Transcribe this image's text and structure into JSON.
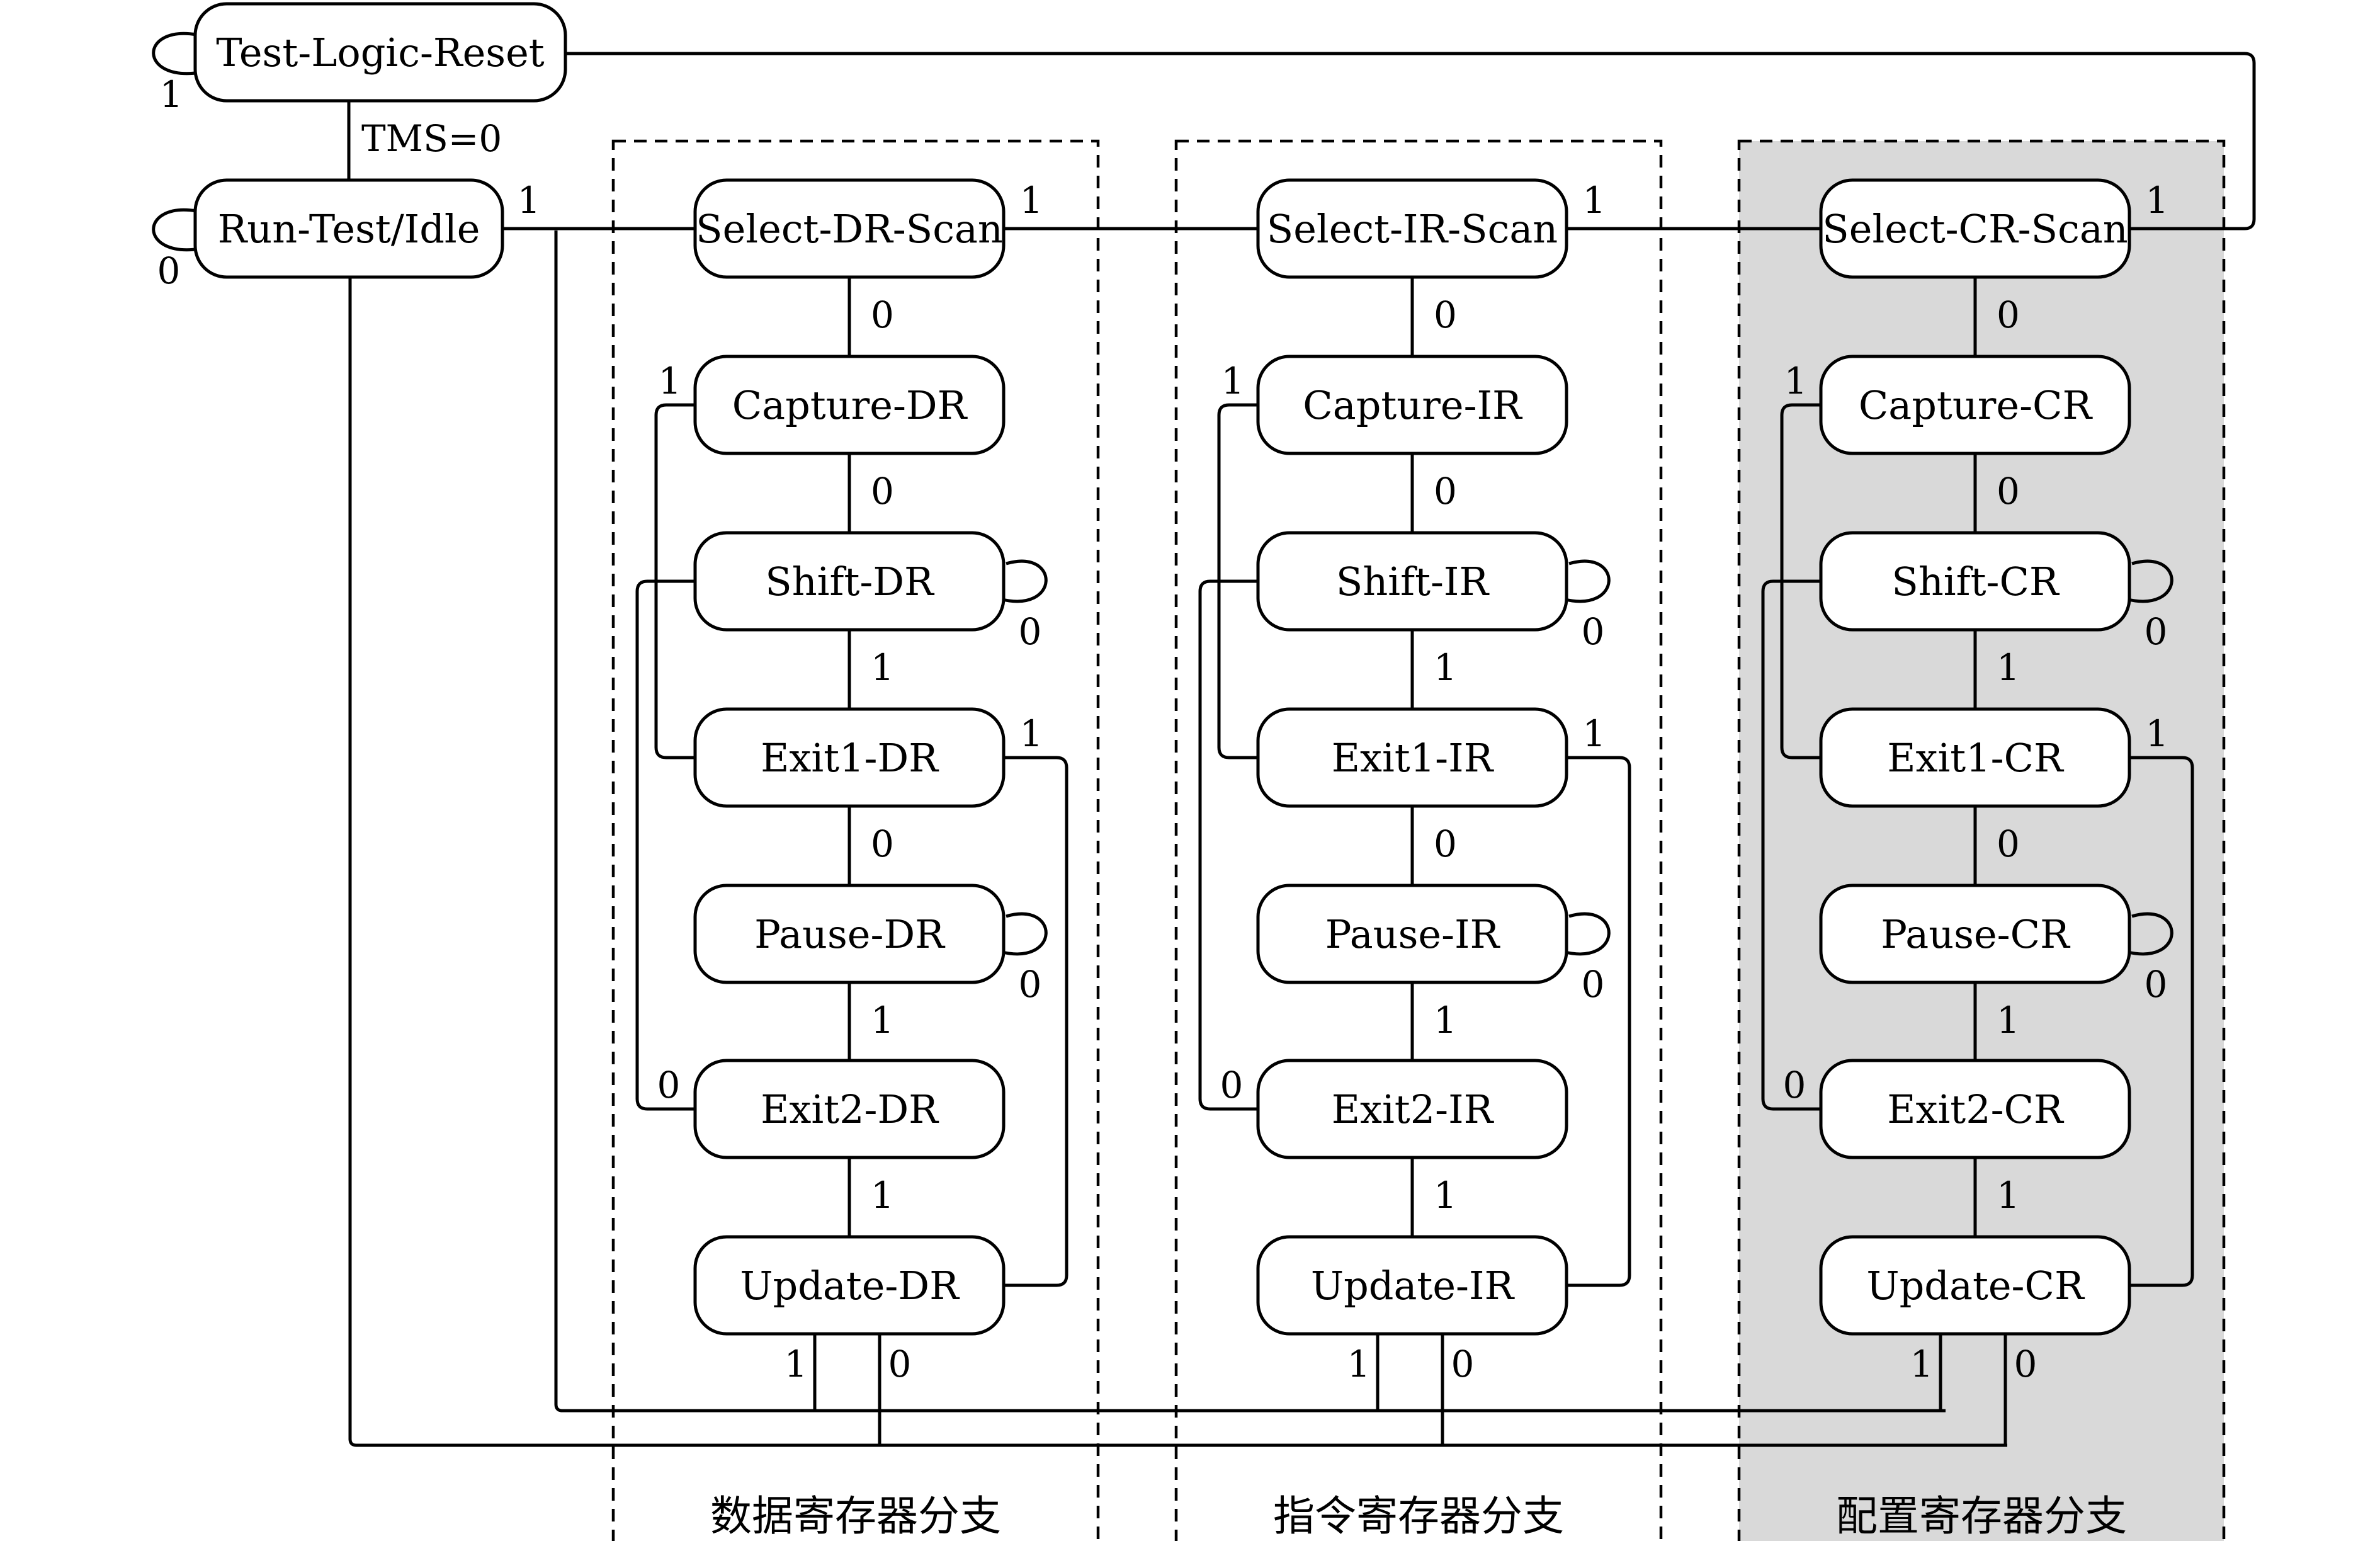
{
  "states": {
    "tlr": "Test-Logic-Reset",
    "rti": "Run-Test/Idle",
    "dr": {
      "select": "Select-DR-Scan",
      "capture": "Capture-DR",
      "shift": "Shift-DR",
      "exit1": "Exit1-DR",
      "pause": "Pause-DR",
      "exit2": "Exit2-DR",
      "update": "Update-DR"
    },
    "ir": {
      "select": "Select-IR-Scan",
      "capture": "Capture-IR",
      "shift": "Shift-IR",
      "exit1": "Exit1-IR",
      "pause": "Pause-IR",
      "exit2": "Exit2-IR",
      "update": "Update-IR"
    },
    "cr": {
      "select": "Select-CR-Scan",
      "capture": "Capture-CR",
      "shift": "Shift-CR",
      "exit1": "Exit1-CR",
      "pause": "Pause-CR",
      "exit2": "Exit2-CR",
      "update": "Update-CR"
    }
  },
  "transitions": {
    "tlr_self": "1",
    "tms": "TMS=0",
    "rti_self": "0",
    "rti_to_select": "1",
    "select_next": "1",
    "select_down": "0",
    "capture_bypass": "1",
    "capture_down": "0",
    "shift_self": "0",
    "shift_down": "1",
    "exit1_bypass": "1",
    "exit1_down": "0",
    "pause_self": "0",
    "pause_down": "1",
    "exit2_back": "0",
    "exit2_down": "1",
    "update_one": "1",
    "update_zero": "0"
  },
  "branches": {
    "dr": "数据寄存器分支",
    "ir": "指令寄存器分支",
    "cr": "配置寄存器分支"
  },
  "colors": {
    "line": "#000000",
    "highlight_fill": "#d9d9d9",
    "state_fill": "#ffffff"
  }
}
